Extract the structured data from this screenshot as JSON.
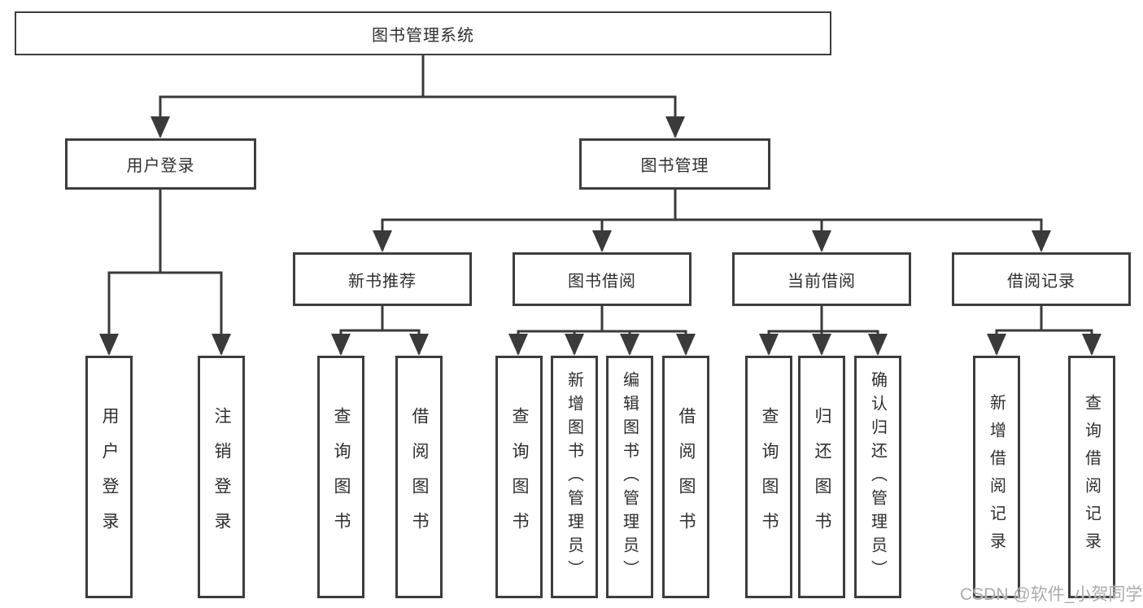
{
  "colors": {
    "line": "#3a3a3a",
    "box_border": "#3d3d3d",
    "text": "#2e2e2e",
    "watermark": "#ababab",
    "background": "#ffffff"
  },
  "watermark": "CSDN @软件_小贺同学",
  "diagram": {
    "type": "tree",
    "root": {
      "label": "图书管理系统"
    },
    "branches": [
      {
        "label": "用户登录",
        "children": [
          {
            "label": "用户登录"
          },
          {
            "label": "注销登录"
          }
        ]
      },
      {
        "label": "图书管理",
        "children": [
          {
            "label": "新书推荐",
            "children": [
              {
                "label": "查询图书"
              },
              {
                "label": "借阅图书"
              }
            ]
          },
          {
            "label": "图书借阅",
            "children": [
              {
                "label": "查询图书"
              },
              {
                "label": "新增图书（管理员）"
              },
              {
                "label": "编辑图书（管理员）"
              },
              {
                "label": "借阅图书"
              }
            ]
          },
          {
            "label": "当前借阅",
            "children": [
              {
                "label": "查询图书"
              },
              {
                "label": "归还图书"
              },
              {
                "label": "确认归还（管理员）"
              }
            ]
          },
          {
            "label": "借阅记录",
            "children": [
              {
                "label": "新增借阅记录"
              },
              {
                "label": "查询借阅记录"
              }
            ]
          }
        ]
      }
    ]
  }
}
